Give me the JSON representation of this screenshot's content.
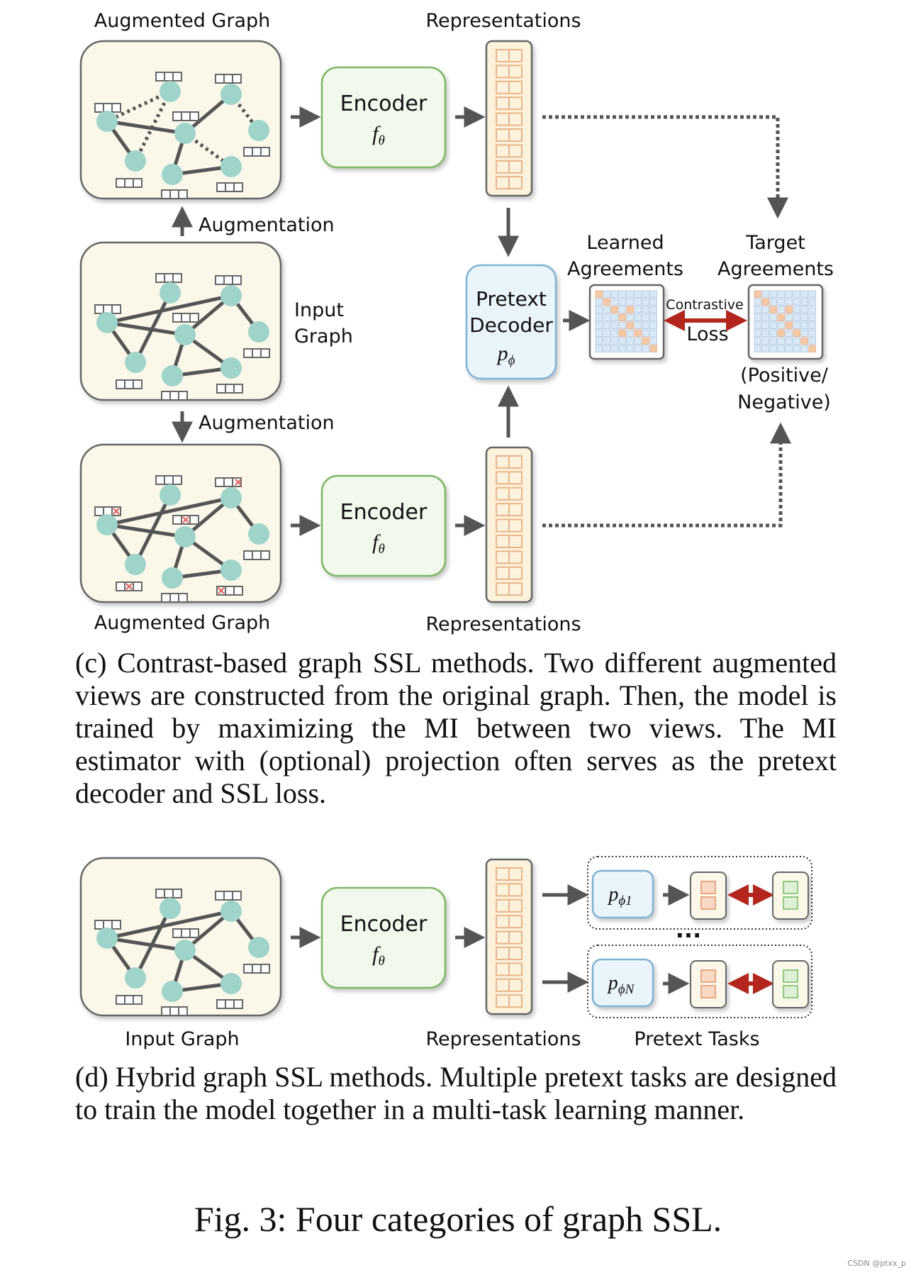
{
  "panel_c": {
    "labels": {
      "augmented_graph_top": "Augmented Graph",
      "augmented_graph_bottom": "Augmented Graph",
      "representations_top": "Representations",
      "representations_bottom": "Representations",
      "augmentation_up": "Augmentation",
      "augmentation_down": "Augmentation",
      "input_graph_line1": "Input",
      "input_graph_line2": "Graph",
      "learned_agreements_line1": "Learned",
      "learned_agreements_line2": "Agreements",
      "target_agreements_line1": "Target",
      "target_agreements_line2": "Agreements",
      "contrastive": "Contrastive",
      "loss": "Loss",
      "pos_neg_line1": "(Positive/",
      "pos_neg_line2": "Negative)"
    },
    "encoder_top": {
      "title": "Encoder",
      "symbol": "f",
      "subscript": "θ"
    },
    "encoder_bottom": {
      "title": "Encoder",
      "symbol": "f",
      "subscript": "θ"
    },
    "decoder": {
      "line1": "Pretext",
      "line2": "Decoder",
      "symbol": "p",
      "subscript": "ϕ"
    },
    "caption": "(c) Contrast-based graph SSL methods. Two different augmented views are constructed from the original graph. Then, the model is trained by maximizing the MI between two views. The MI estimator with (optional) projection often serves as the pretext decoder and SSL loss."
  },
  "panel_d": {
    "labels": {
      "input_graph": "Input Graph",
      "representations": "Representations",
      "pretext_tasks": "Pretext Tasks",
      "ellipsis": "..."
    },
    "encoder": {
      "title": "Encoder",
      "symbol": "f",
      "subscript": "θ"
    },
    "task_1": {
      "symbol": "p",
      "subscript": "ϕ1"
    },
    "task_n": {
      "symbol": "p",
      "subscript": "ϕN"
    },
    "caption": "(d) Hybrid graph SSL methods. Multiple pretext tasks are designed to train the model together in a multi-task learning manner."
  },
  "figure_title": "Fig. 3: Four categories of graph SSL.",
  "watermark": "CSDN @ptxx_p",
  "colors": {
    "graph_box_fill": "#fbf8e9",
    "node": "#9fd4ca",
    "encoder_fill": "#f1f9ec",
    "encoder_border": "#7fb866",
    "decoder_fill": "#eaf5fb",
    "decoder_border": "#7fb2d3",
    "repr_fill": "#fdf3dc",
    "repr_cell": "#e9b48a",
    "arrow": "#555555",
    "contrast_arrow": "#b3261e",
    "mask_mark": "#e0605a",
    "task_orange": "#e9a883",
    "task_green": "#8fcb82"
  }
}
